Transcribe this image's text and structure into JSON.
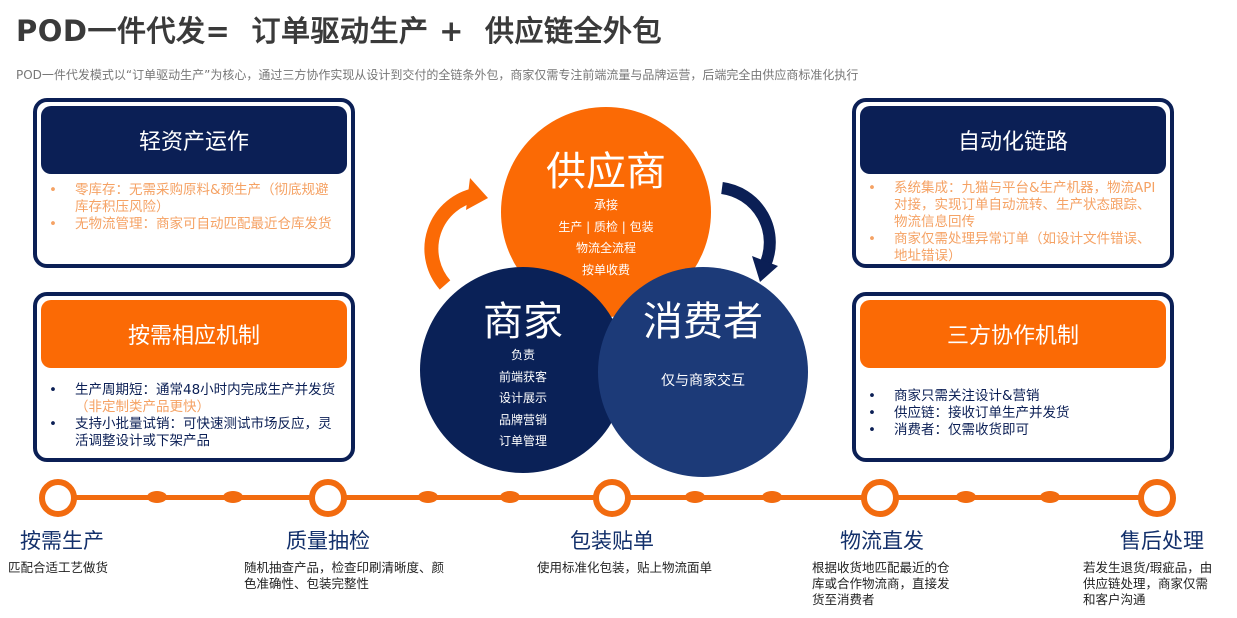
{
  "title": "POD一件代发=  订单驱动生产 +  供应链全外包",
  "subtitle": "POD一件代发模式以“订单驱动生产”为核心，通过三方协作实现从设计到交付的全链条外包，商家仅需专注前端流量与品牌运营，后端完全由供应商标准化执行",
  "cards": [
    {
      "title": "轻资产运作",
      "items": [
        "零库存：无需采购原料&预生产（彻底规避库存积压风险）",
        "无物流管理：商家可自动匹配最近仓库发货"
      ]
    },
    {
      "title": "按需相应机制",
      "items": [
        "生产周期短：通常48小时内完成生产并发货",
        "支持小批量试销：可快速测试市场反应，灵活调整设计或下架产品"
      ],
      "highlight": "（非定制类产品更快）"
    },
    {
      "title": "自动化链路",
      "items": [
        "系统集成：九猫与平台&生产机器，物流API对接，实现订单自动流转、生产状态跟踪、物流信息回传",
        "商家仅需处理异常订单（如设计文件错误、地址错误）"
      ]
    },
    {
      "title": "三方协作机制",
      "items": [
        "商家只需关注设计&营销",
        "供应链：接收订单生产并发货",
        "消费者：仅需收货即可"
      ]
    }
  ],
  "circles": {
    "supplier": {
      "title": "供应商",
      "lines": [
        "承接",
        "生产 | 质检 | 包装",
        "物流全流程",
        "按单收费"
      ]
    },
    "merchant": {
      "title": "商家",
      "lines": [
        "负责",
        "前端获客",
        "设计展示",
        "品牌营销",
        "订单管理"
      ]
    },
    "consumer": {
      "title": "消费者",
      "lines": [
        "仅与商家交互"
      ]
    }
  },
  "timeline": [
    {
      "title": "按需生产",
      "desc": "匹配合适工艺做货"
    },
    {
      "title": "质量抽检",
      "desc": "随机抽查产品，检查印刷清晰度、颜色准确性、包装完整性"
    },
    {
      "title": "包装贴单",
      "desc": "使用标准化包装，贴上物流面单"
    },
    {
      "title": "物流直发",
      "desc": "根据收货地匹配最近的仓库或合作物流商，直接发货至消费者"
    },
    {
      "title": "售后处理",
      "desc": "若发生退货/瑕疵品，由供应链处理，商家仅需和客户沟通"
    }
  ],
  "colors": {
    "navy": "#0b1f55",
    "orange": "#fb6a05",
    "consumer": "#1c3a78"
  }
}
